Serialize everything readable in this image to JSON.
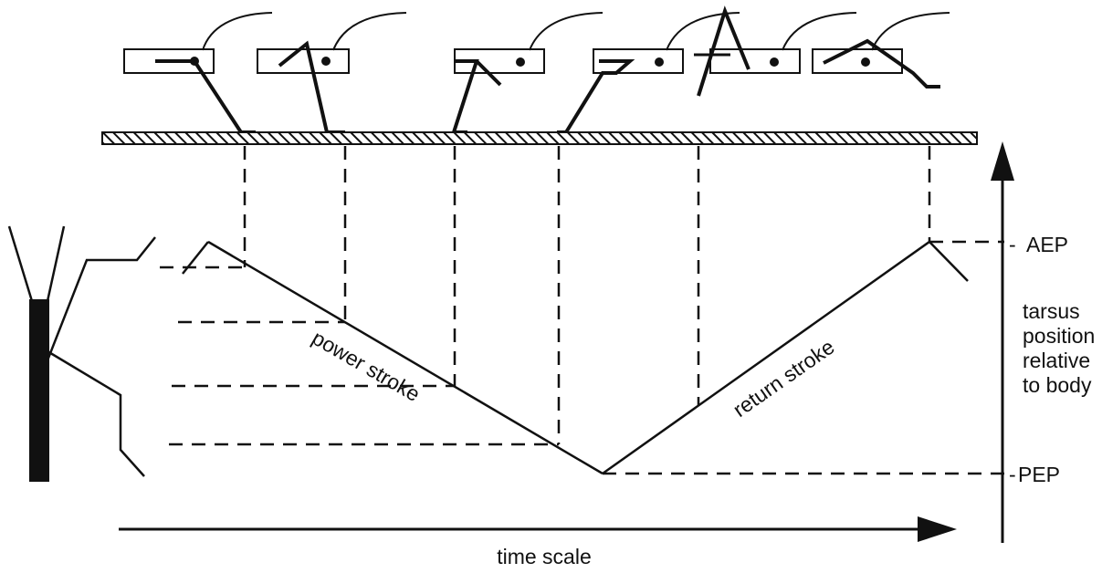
{
  "labels": {
    "aep": "AEP",
    "pep": "PEP",
    "aep_tick": "-",
    "pep_tick": "-",
    "power_stroke": "power stroke",
    "return_stroke": "return stroke",
    "time_axis": "time scale",
    "y_axis_line1": "tarsus",
    "y_axis_line2": "position",
    "y_axis_line3": "relative",
    "y_axis_line4": "to body"
  },
  "colors": {
    "ink": "#111111",
    "background": "#ffffff"
  },
  "icons": {
    "leg_stage": "insect-leg-stage-icon",
    "ground": "hatched-ground-bar",
    "body_leg_side": "insect-body-side-icon",
    "time_arrow": "arrow-right-icon",
    "position_arrow": "arrow-up-icon"
  },
  "sequence": {
    "leg_stage_count": 6,
    "phases": [
      "power stroke",
      "return stroke"
    ]
  }
}
